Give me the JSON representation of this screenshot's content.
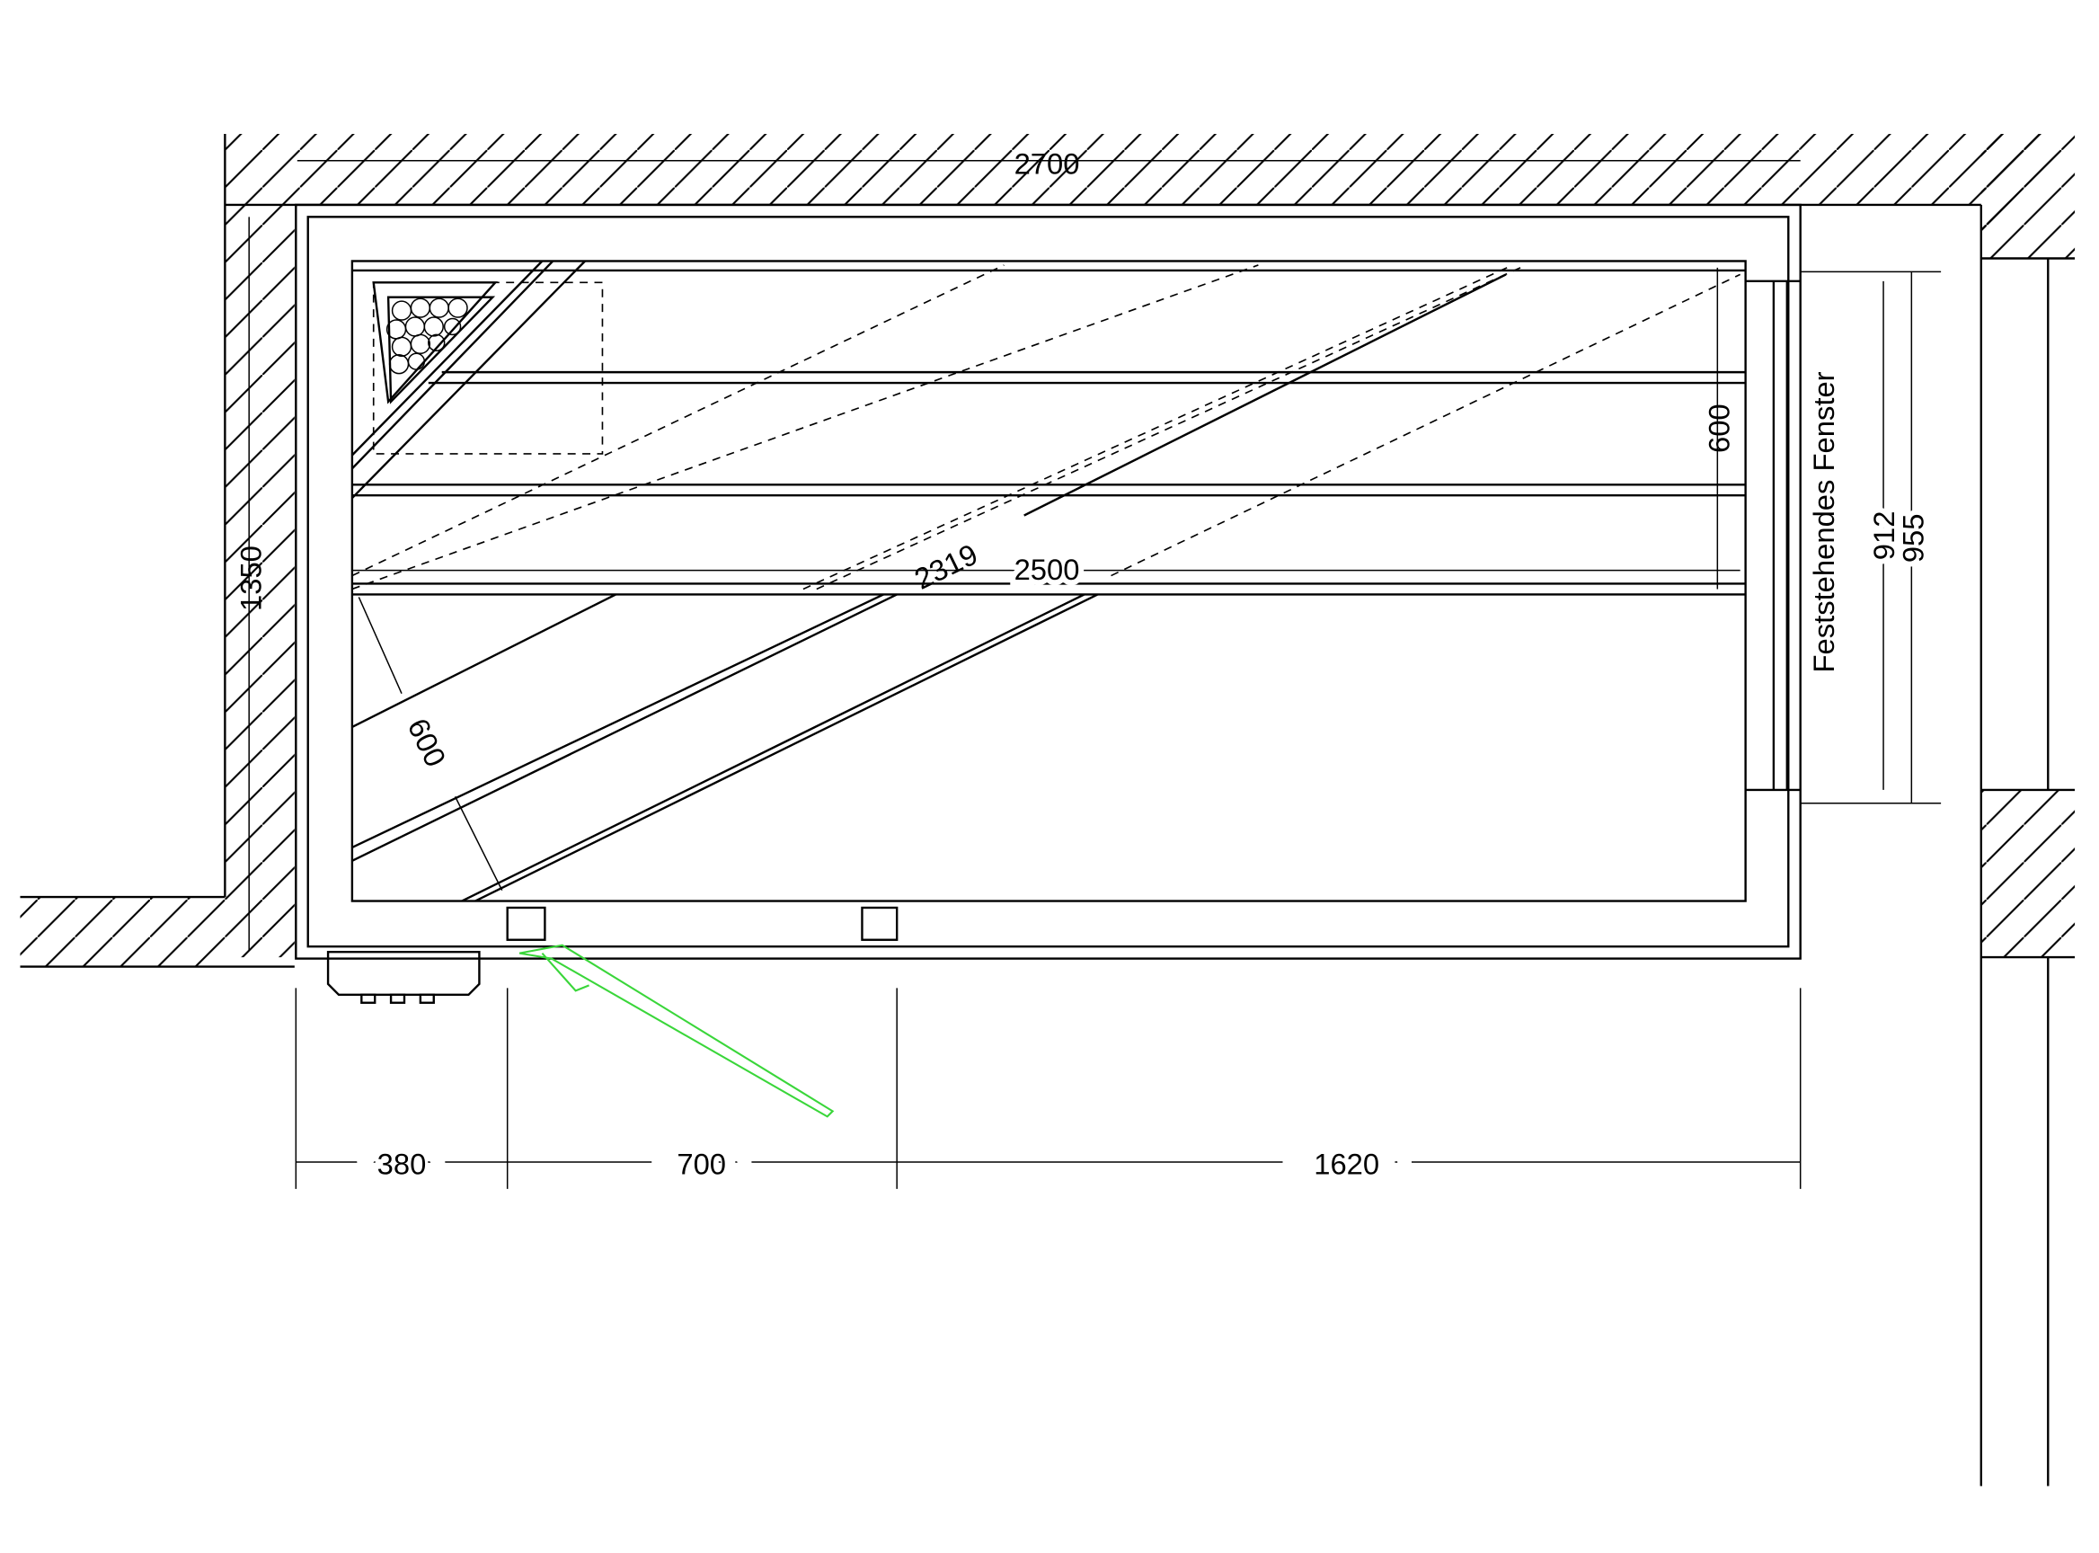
{
  "dimensions": {
    "total_width": "2700",
    "total_depth": "1350",
    "bench_width": "600",
    "bench_diagonal": "2319",
    "inner_width": "2500",
    "diag_bench_width": "600",
    "window_inner": "912",
    "window_outer": "955",
    "seg_left": "380",
    "seg_door": "700",
    "seg_right": "1620"
  },
  "labels": {
    "window": "Feststehendes Fenster"
  },
  "colors": {
    "lines": "#000000",
    "door_swing": "#3ad63a"
  }
}
